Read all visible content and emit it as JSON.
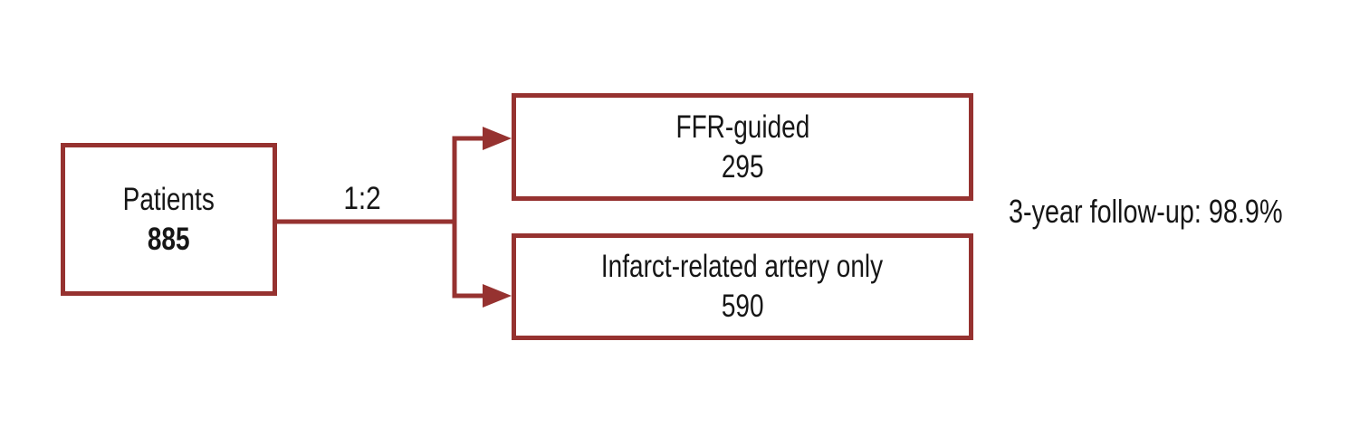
{
  "colors": {
    "accent": "#963230",
    "text": "#161616",
    "background": "#ffffff"
  },
  "diagram": {
    "patients_box": {
      "label": "Patients",
      "value": "885"
    },
    "ratio_label": "1:2",
    "ffr_box": {
      "label": "FFR-guided",
      "value": "295"
    },
    "ira_box": {
      "label": "Infarct-related artery only",
      "value": "590"
    },
    "followup_note": "3-year follow-up: 98.9%"
  }
}
